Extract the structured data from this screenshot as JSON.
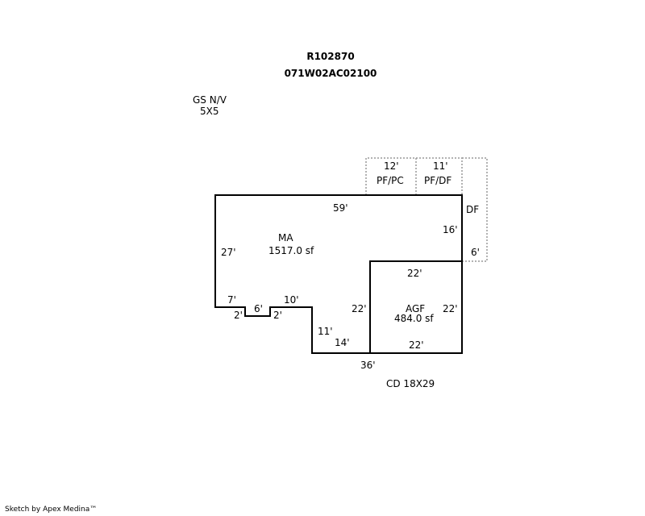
{
  "header": {
    "account": "R102870",
    "map_number": "071W02AC02100"
  },
  "notes": {
    "gs_label": "GS N/V",
    "gs_size": "5X5",
    "cd_label": "CD 18X29"
  },
  "areas": {
    "ma": {
      "code": "MA",
      "area": "1517.0 sf"
    },
    "agf": {
      "code": "AGF",
      "area": "484.0 sf"
    },
    "pf_pc": {
      "code": "PF/PC",
      "dim": "12'"
    },
    "pf_df": {
      "code": "PF/DF",
      "dim": "11'"
    },
    "df": {
      "code": "DF",
      "dim": "6'"
    }
  },
  "dimensions": {
    "top": "59'",
    "right_upper": "16'",
    "left": "27'",
    "bottom": "36'",
    "step_a": "7'",
    "step_b": "2'",
    "step_c": "6'",
    "step_d": "2'",
    "step_e": "10'",
    "notch_v": "11'",
    "notch_h": "14'",
    "agf_top": "22'",
    "agf_left": "22'",
    "agf_right": "22'",
    "agf_bottom": "22'"
  },
  "footer": {
    "credit": "Sketch by Apex Medina™"
  }
}
